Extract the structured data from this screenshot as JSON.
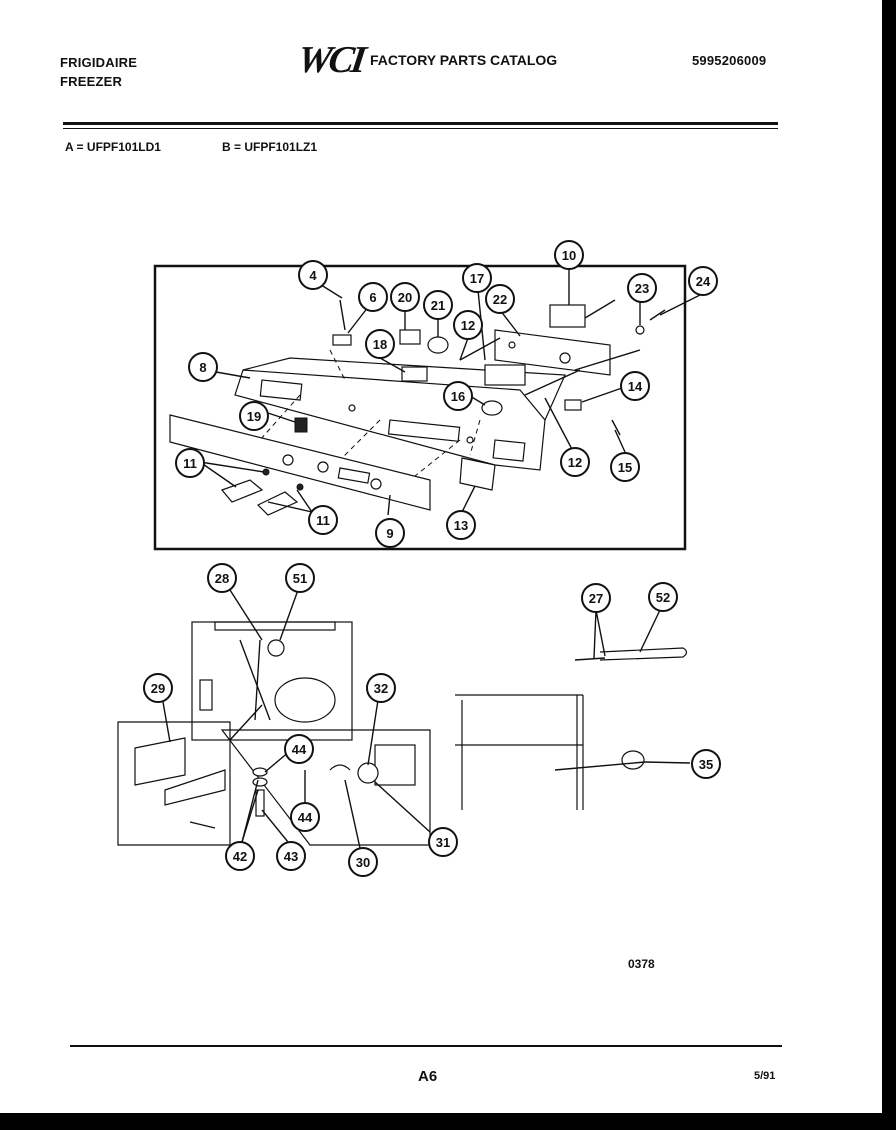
{
  "header": {
    "brand_line1": "FRIGIDAIRE",
    "brand_line2": "FREEZER",
    "logo": "WCI",
    "catalog_title": "FACTORY PARTS CATALOG",
    "catalog_number": "5995206009"
  },
  "models": {
    "a": "A = UFPF101LD1",
    "b": "B = UFPF101LZ1"
  },
  "callouts": [
    "4",
    "6",
    "20",
    "21",
    "17",
    "22",
    "10",
    "23",
    "24",
    "12",
    "18",
    "8",
    "16",
    "14",
    "19",
    "12",
    "15",
    "11",
    "11",
    "9",
    "13",
    "28",
    "51",
    "29",
    "32",
    "27",
    "52",
    "44",
    "44",
    "31",
    "35",
    "42",
    "43",
    "30"
  ],
  "drawing_number": "0378",
  "footer": {
    "page": "A6",
    "date": "5/91"
  }
}
